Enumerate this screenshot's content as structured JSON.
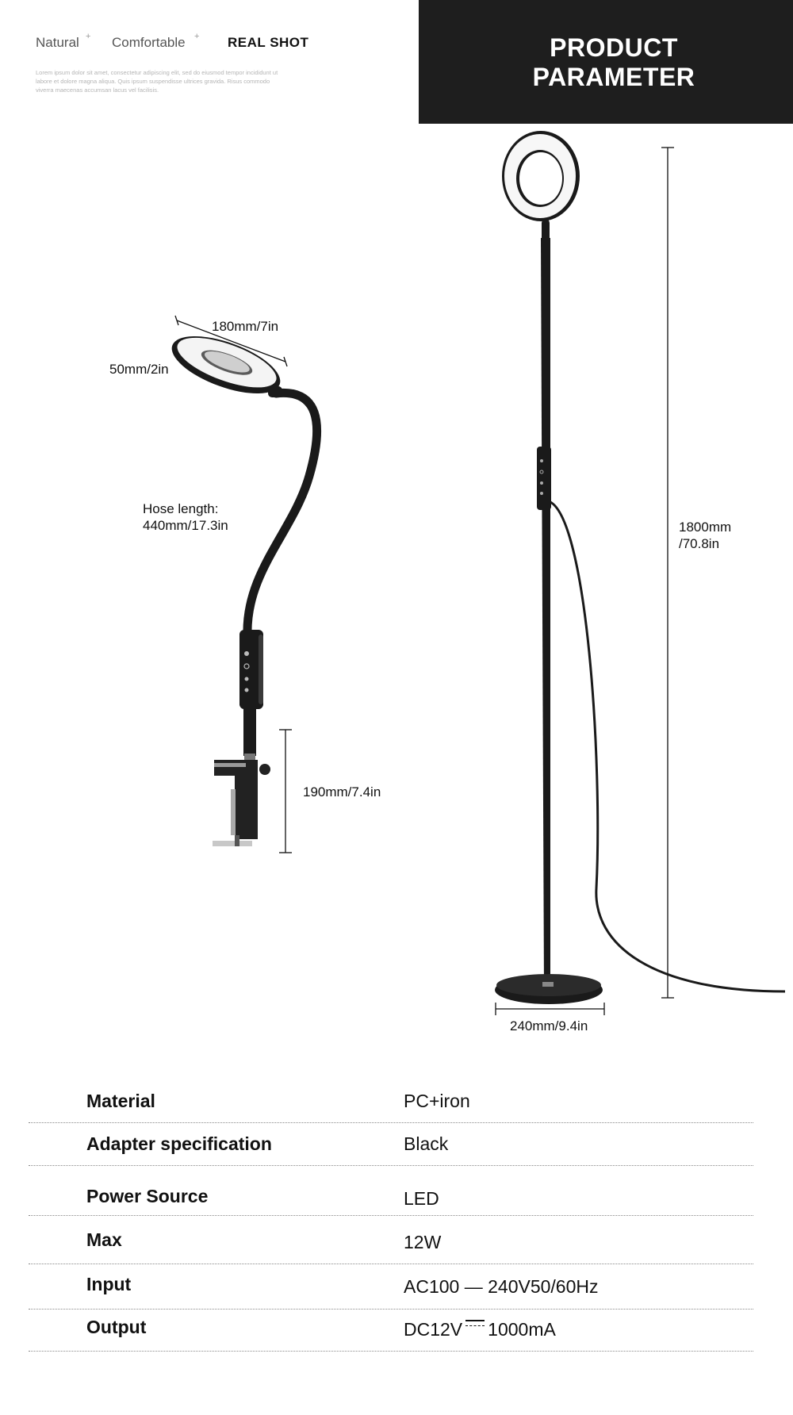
{
  "header": {
    "tags": [
      {
        "label": "Natural",
        "plus": "+"
      },
      {
        "label": "Comfortable",
        "plus": "+"
      },
      {
        "label": "REAL SHOT"
      }
    ],
    "lorem": "Lorem ipsum dolor sit amet, consectetur adipiscing elit, sed do eiusmod tempor incididunt ut labore et dolore magna aliqua. Quis ipsum suspendisse ultrices gravida. Risus commodo viverra maecenas accumsan lacus vel facilisis.",
    "banner_line1": "PRODUCT",
    "banner_line2": "PARAMETER"
  },
  "dimensions": {
    "ring_diameter": "180mm/7in",
    "ring_width": "50mm/2in",
    "hose_label": "Hose length:",
    "hose_value": "440mm/17.3in",
    "clamp_height": "190mm/7.4in",
    "total_height_mm": "1800mm",
    "total_height_in": "/70.8in",
    "base_diameter": "240mm/9.4in"
  },
  "specs": [
    {
      "label": "Material",
      "value": "PC+iron"
    },
    {
      "label": "Adapter specification",
      "value": "Black"
    },
    {
      "label": "Power Source",
      "value": "LED"
    },
    {
      "label": "Max",
      "value": "12W"
    },
    {
      "label": "Input",
      "value": "AC100 — 240V50/60Hz"
    },
    {
      "label": "Output",
      "value_prefix": "DC12V",
      "value_suffix": "1000mA"
    }
  ],
  "colors": {
    "banner": "#1e1e1e",
    "lamp_body": "#1a1a1a",
    "ring_light": "#ffffff"
  }
}
